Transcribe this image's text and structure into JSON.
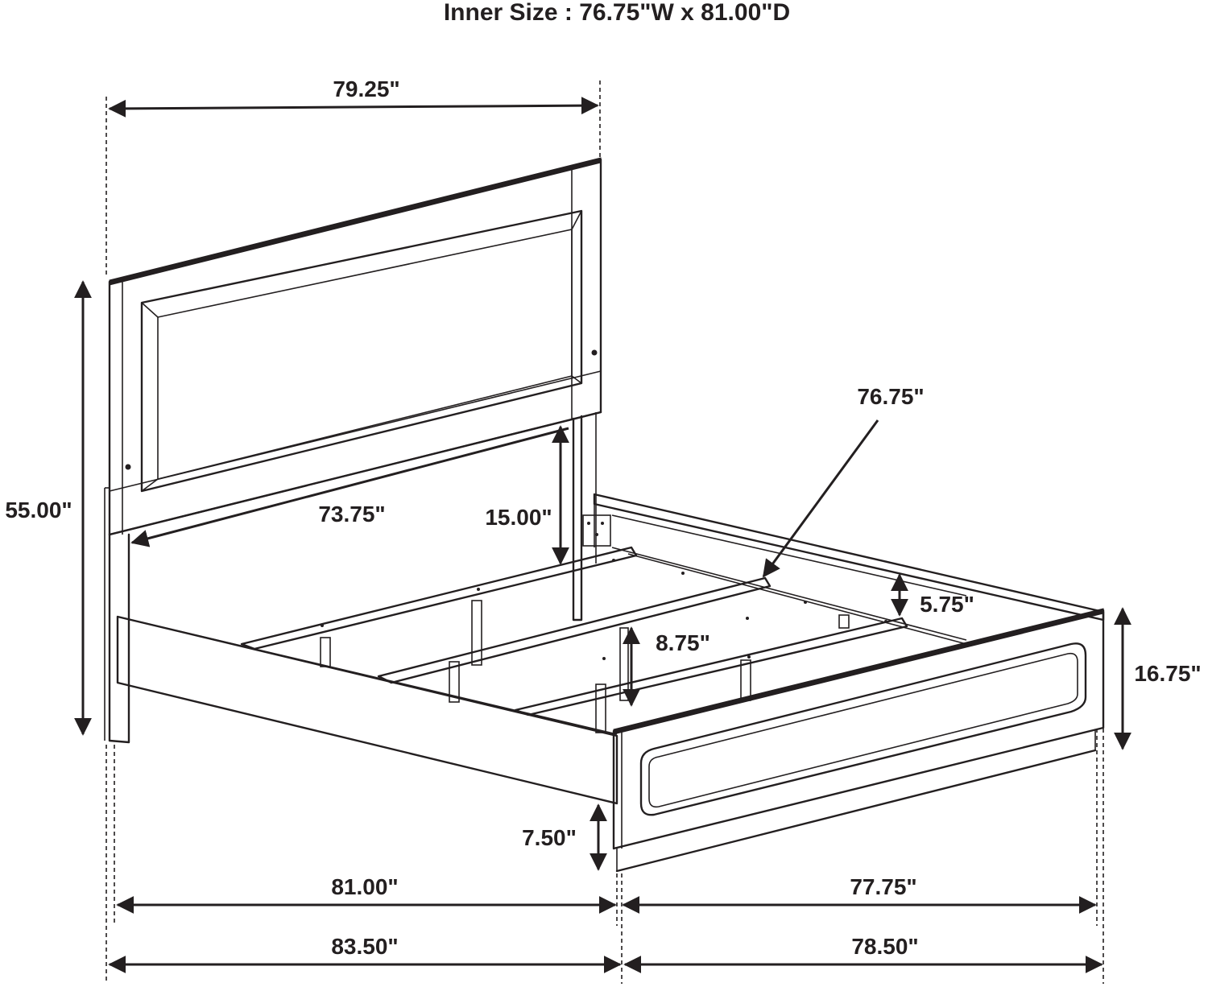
{
  "title": "Inner Size : 76.75\"W x 81.00\"D",
  "dimensions": {
    "headboard_width": "79.25\"",
    "total_height": "55.00\"",
    "headboard_inner_width": "73.75\"",
    "headboard_clearance": "15.00\"",
    "inner_width": "76.75\"",
    "rail_height": "5.75\"",
    "slat_clearance": "8.75\"",
    "footboard_height": "16.75\"",
    "ground_clearance": "7.50\"",
    "inner_length": "81.00\"",
    "footboard_inner_width": "77.75\"",
    "total_length": "83.50\"",
    "total_width": "78.50\""
  },
  "colors": {
    "line": "#231f20",
    "background": "#ffffff"
  }
}
